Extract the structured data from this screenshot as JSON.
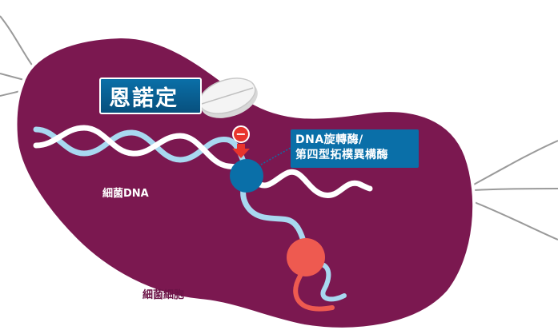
{
  "drug": {
    "name": "恩諾定"
  },
  "inhibit_symbol": "−",
  "enzyme": {
    "line1": "DNA旋轉酶/",
    "line2": "第四型拓樸異構酶"
  },
  "labels": {
    "bacterial_dna": "細菌DNA",
    "bacterial_cell": "細菌細胞"
  },
  "colors": {
    "cell": "#7b1850",
    "cell_outline": "#ffffff",
    "flagella": "#9a9a9a",
    "dna_white": "#ffffff",
    "dna_light": "#a8d8f0",
    "enzyme_blue": "#0a6fa8",
    "ribosome_red": "#ee5a50",
    "inhibit_red": "#e8342c",
    "pill": "#f2f2f2"
  }
}
